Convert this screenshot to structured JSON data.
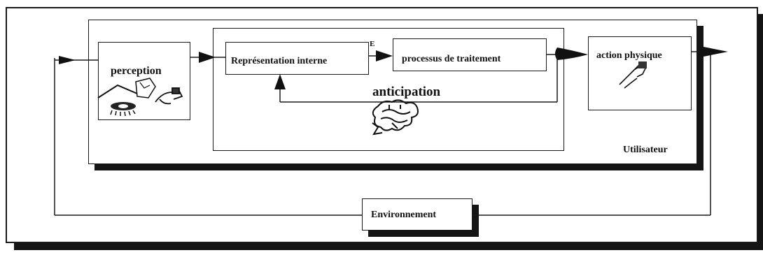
{
  "diagram": {
    "labels": {
      "perception": "perception",
      "representation": "Représentation interne",
      "processus": "processus de traitement",
      "action": "action physique",
      "anticipation": "anticipation",
      "utilisateur": "Utilisateur",
      "environnement": "Environnement",
      "tick": "E"
    },
    "colors": {
      "ink": "#111111",
      "shadow": "#151515",
      "background": "#ffffff"
    },
    "icons": [
      "eye-icon",
      "house-icon",
      "hand-icon",
      "hand-pointing-icon",
      "brain-icon"
    ]
  }
}
